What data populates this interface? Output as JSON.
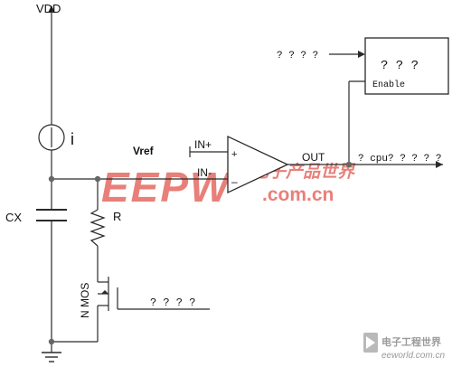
{
  "labels": {
    "vdd": "VDD",
    "current": "i",
    "cx": "CX",
    "r": "R",
    "nmos": "N MOS",
    "vref": "Vref",
    "in_plus": "IN+",
    "in_minus": "IN-",
    "plus_sign": "+",
    "minus_sign": "–",
    "out": "OUT",
    "out_text": "? cpu? ? ? ? ?",
    "top_input": "? ? ? ?",
    "block_title": "? ? ?",
    "block_enable": "Enable",
    "gate_input": "? ? ? ?"
  },
  "watermark": {
    "main_text": "EEPW",
    "chinese_text": "电子产品世界",
    "domain_text": ".com.cn",
    "corner_site": "eeworld.com.cn",
    "corner_cn": "电子工程世界"
  },
  "colors": {
    "wire": "#2a2a2a",
    "watermark_red": "#d9524a",
    "watermark_pink": "#e9a19c"
  }
}
